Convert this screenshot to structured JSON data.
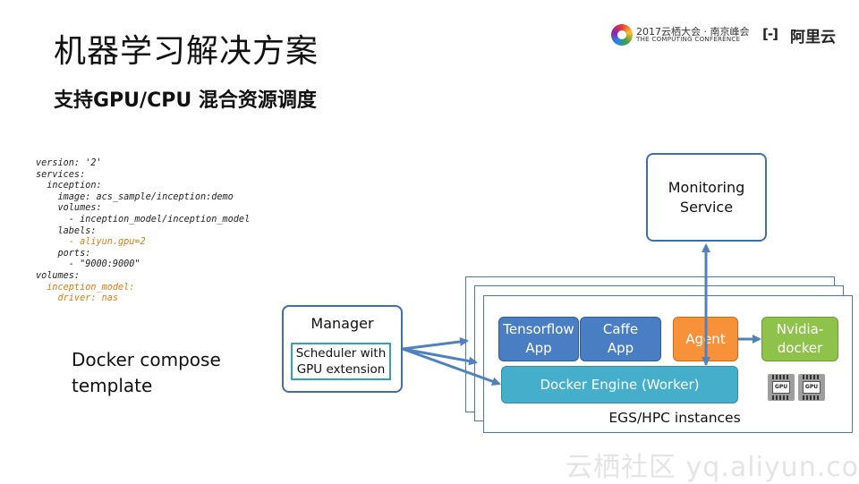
{
  "header": {
    "title": "机器学习解决方案",
    "subtitle": "支持GPU/CPU 混合资源调度"
  },
  "logos": {
    "conference_line1": "2017云栖大会 · 南京峰会",
    "conference_line2": "THE COMPUTING CONFERENCE",
    "aliyun_mark": "[-]",
    "aliyun_text": "阿里云"
  },
  "code": {
    "line1": "version: '2'",
    "line2": "services:",
    "line3": "  inception:",
    "line4": "    image: acs_sample/inception:demo",
    "line5": "    volumes:",
    "line6": "      - inception_model/inception_model",
    "line7": "    labels:",
    "line8": "      - aliyun.gpu=2",
    "line9": "    ports:",
    "line10": "      - \"9000:9000\"",
    "line11": "volumes:",
    "line12": "  inception_model:",
    "line13": "    driver: nas"
  },
  "compose_label": {
    "line1": "Docker compose",
    "line2": "template"
  },
  "diagram": {
    "monitoring_line1": "Monitoring",
    "monitoring_line2": "Service",
    "manager": "Manager",
    "scheduler_line1": "Scheduler with",
    "scheduler_line2": "GPU extension",
    "tensorflow_line1": "Tensorflow",
    "tensorflow_line2": "App",
    "caffe_line1": "Caffe",
    "caffe_line2": "App",
    "agent": "Agent",
    "nvidia_line1": "Nvidia-",
    "nvidia_line2": "docker",
    "engine": "Docker Engine (Worker)",
    "instances": "EGS/HPC instances",
    "gpu_chip": "GPU"
  },
  "watermark": "云栖社区 yq.aliyun.com",
  "colors": {
    "box_border": "#3f6fa8",
    "app_blue": "#4a7ec2",
    "agent_orange": "#f7913a",
    "nvidia_green": "#8fc24b",
    "engine_teal": "#44aecb",
    "arrow": "#4f81bd",
    "code_highlight": "#e07b12"
  }
}
